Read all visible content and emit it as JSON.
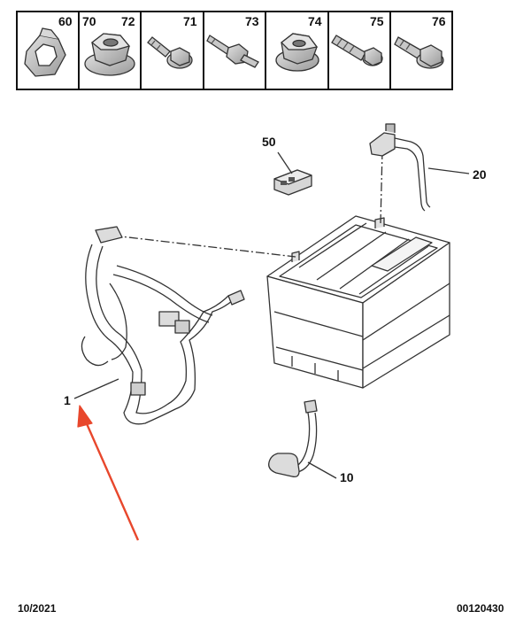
{
  "header_cells": [
    {
      "labels": [
        "60"
      ],
      "part": "clip"
    },
    {
      "labels": [
        "70",
        "72"
      ],
      "part": "flange-nut"
    },
    {
      "labels": [
        "71"
      ],
      "part": "flange-bolt"
    },
    {
      "labels": [
        "73"
      ],
      "part": "stud-bolt"
    },
    {
      "labels": [
        "74"
      ],
      "part": "flange-nut"
    },
    {
      "labels": [
        "75"
      ],
      "part": "threaded-screw"
    },
    {
      "labels": [
        "76"
      ],
      "part": "hex-bolt"
    }
  ],
  "callouts": {
    "harness": "1",
    "negative_cable": "10",
    "positive_terminal": "20",
    "cover": "50"
  },
  "footer": {
    "date": "10/2021",
    "reference": "00120430"
  },
  "colors": {
    "line": "#333333",
    "part_fill": "#cfcfcf",
    "arrow": "#e8472c"
  }
}
